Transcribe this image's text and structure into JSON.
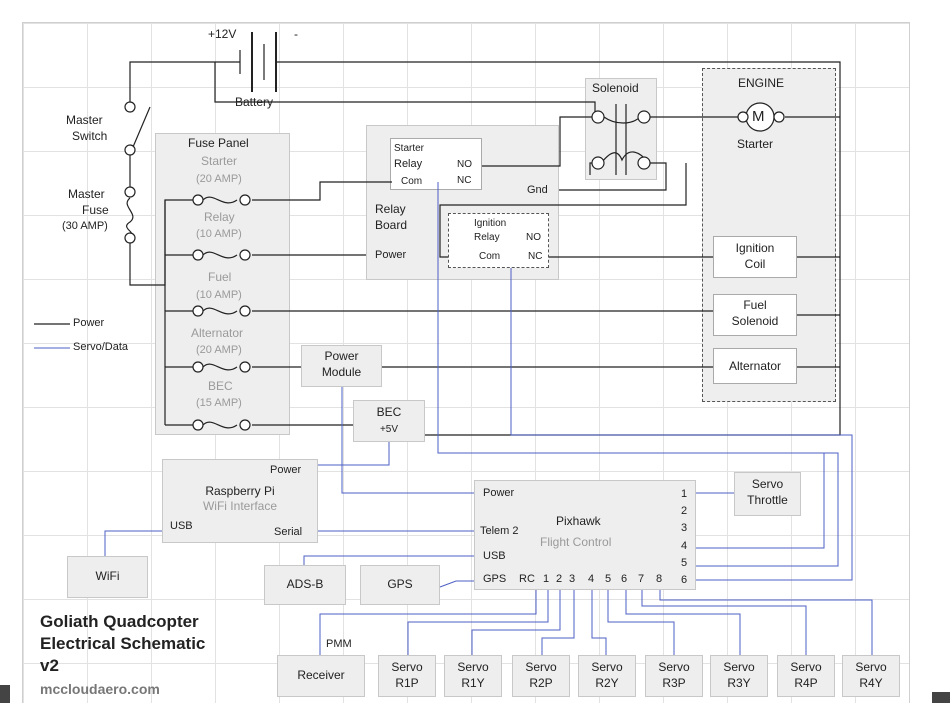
{
  "battery": {
    "plus": "+12V",
    "minus": "-",
    "label": "Battery"
  },
  "master_switch": {
    "line1": "Master",
    "line2": "Switch"
  },
  "master_fuse": {
    "line1": "Master",
    "line2": "Fuse",
    "line3": "(30 AMP)"
  },
  "fuse_panel": {
    "title": "Fuse Panel",
    "fuses": [
      {
        "name": "Starter",
        "rating": "(20 AMP)"
      },
      {
        "name": "Relay",
        "rating": "(10 AMP)"
      },
      {
        "name": "Fuel",
        "rating": "(10 AMP)"
      },
      {
        "name": "Alternator",
        "rating": "(20 AMP)"
      },
      {
        "name": "BEC",
        "rating": "(15 AMP)"
      }
    ]
  },
  "legend": {
    "power": "Power",
    "servo": "Servo/Data"
  },
  "relay_board": {
    "line1": "Relay",
    "line2": "Board",
    "power": "Power",
    "gnd": "Gnd",
    "starter_relay": {
      "l1": "Starter",
      "l2": "Relay",
      "no": "NO",
      "com": "Com",
      "nc": "NC"
    },
    "ignition_relay": {
      "l1": "Ignition",
      "l2": "Relay",
      "no": "NO",
      "com": "Com",
      "nc": "NC"
    }
  },
  "solenoid": "Solenoid",
  "engine": {
    "title": "ENGINE",
    "motor": "M",
    "starter": "Starter",
    "ignition_coil": {
      "l1": "Ignition",
      "l2": "Coil"
    },
    "fuel_solenoid": {
      "l1": "Fuel",
      "l2": "Solenoid"
    },
    "alternator": "Alternator"
  },
  "power_module": {
    "l1": "Power",
    "l2": "Module"
  },
  "bec": {
    "l1": "BEC",
    "l2": "+5V"
  },
  "raspberry_pi": {
    "power": "Power",
    "l1": "Raspberry Pi",
    "l2": "WiFi Interface",
    "usb": "USB",
    "serial": "Serial"
  },
  "pixhawk": {
    "power": "Power",
    "telem": "Telem 2",
    "usb": "USB",
    "gps": "GPS",
    "name": "Pixhawk",
    "sub": "Flight Control",
    "outputs": [
      "1",
      "2",
      "3",
      "4",
      "5",
      "6"
    ],
    "rc": "RC",
    "aux": [
      "1",
      "2",
      "3",
      "4",
      "5",
      "6",
      "7",
      "8"
    ]
  },
  "servo_throttle": {
    "l1": "Servo",
    "l2": "Throttle"
  },
  "wifi": "WiFi",
  "adsb": "ADS-B",
  "gps": "GPS",
  "receiver": {
    "label": "Receiver",
    "pmm": "PMM"
  },
  "servos": [
    {
      "l1": "Servo",
      "l2": "R1P"
    },
    {
      "l1": "Servo",
      "l2": "R1Y"
    },
    {
      "l1": "Servo",
      "l2": "R2P"
    },
    {
      "l1": "Servo",
      "l2": "R2Y"
    },
    {
      "l1": "Servo",
      "l2": "R3P"
    },
    {
      "l1": "Servo",
      "l2": "R3Y"
    },
    {
      "l1": "Servo",
      "l2": "R4P"
    },
    {
      "l1": "Servo",
      "l2": "R4Y"
    }
  ],
  "title": {
    "l1": "Goliath Quadcopter",
    "l2": "Electrical Schematic",
    "l3": "v2",
    "site": "mccloudaero.com"
  },
  "colors": {
    "power": "#222222",
    "data": "#4d5fc4"
  }
}
